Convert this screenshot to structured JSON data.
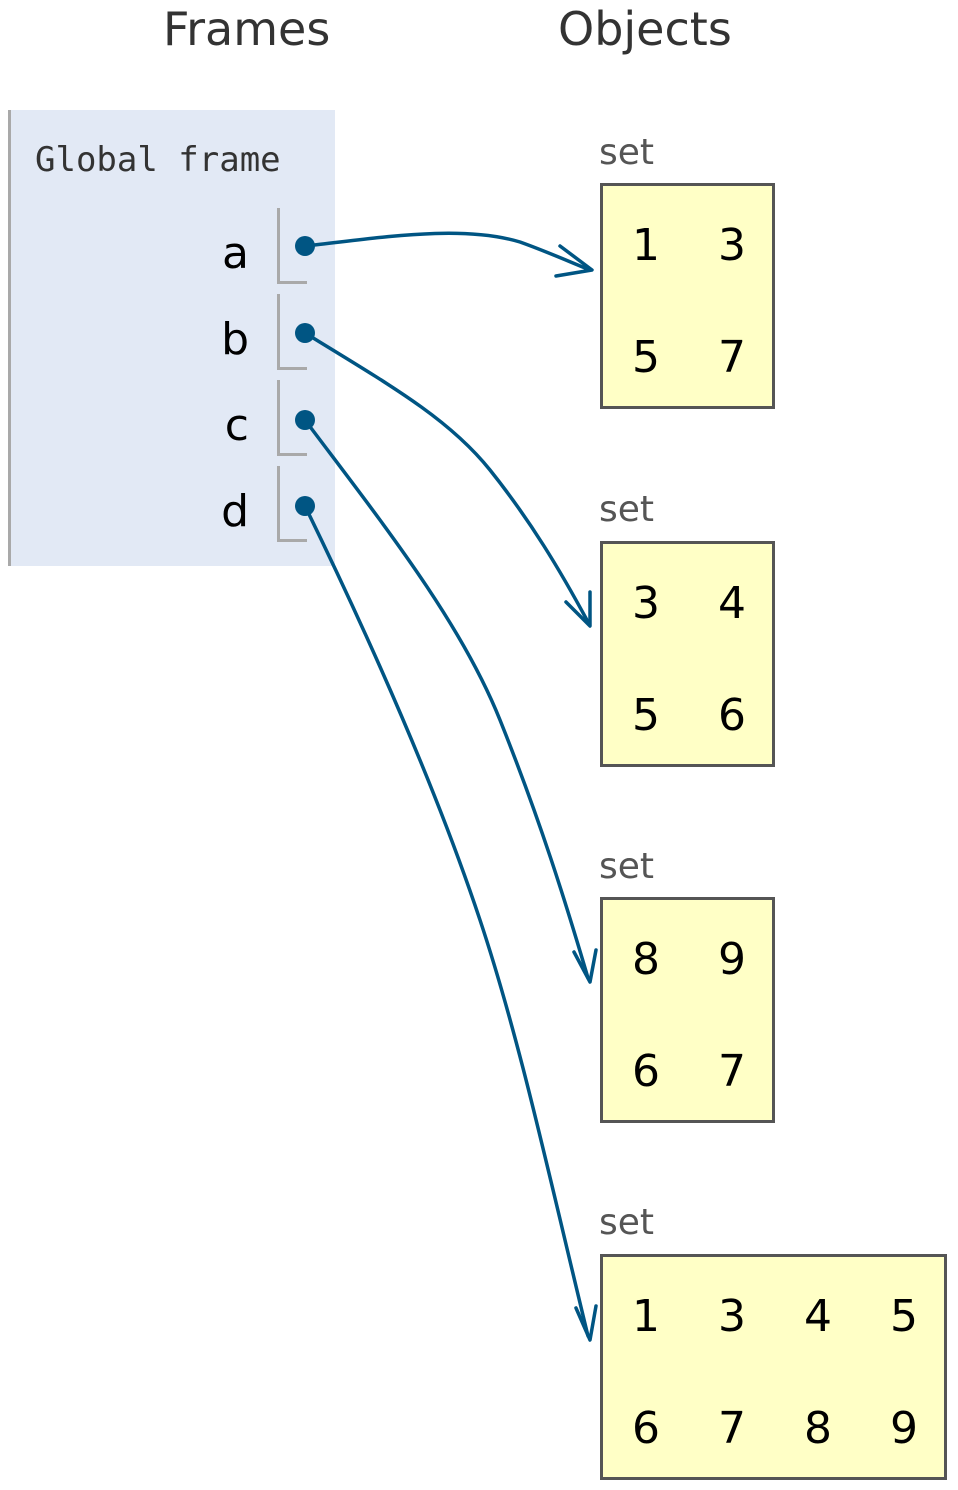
{
  "headings": {
    "frames": "Frames",
    "objects": "Objects"
  },
  "global_frame": {
    "title": "Global frame",
    "variables": [
      {
        "name": "a",
        "points_to": 0
      },
      {
        "name": "b",
        "points_to": 1
      },
      {
        "name": "c",
        "points_to": 2
      },
      {
        "name": "d",
        "points_to": 3
      }
    ]
  },
  "objects": [
    {
      "type": "set",
      "items": [
        "1",
        "3",
        "5",
        "7"
      ]
    },
    {
      "type": "set",
      "items": [
        "3",
        "4",
        "5",
        "6"
      ]
    },
    {
      "type": "set",
      "items": [
        "8",
        "9",
        "6",
        "7"
      ]
    },
    {
      "type": "set",
      "items": [
        "1",
        "3",
        "4",
        "5",
        "6",
        "7",
        "8",
        "9"
      ]
    }
  ],
  "colors": {
    "pointer": "#005583",
    "frame_bg": "#e2e9f5",
    "object_bg": "#ffffc6"
  }
}
